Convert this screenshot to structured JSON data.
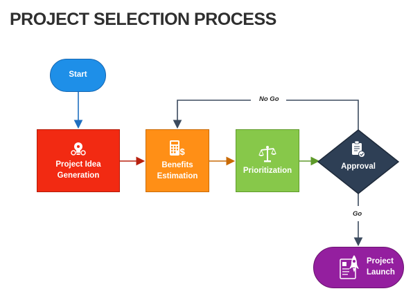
{
  "title": "PROJECT SELECTION PROCESS",
  "nodes": {
    "start": "Start",
    "idea_line1": "Project Idea",
    "idea_line2": "Generation",
    "benefits_line1": "Benefits",
    "benefits_line2": "Estimation",
    "prioritization": "Prioritization",
    "approval": "Approval",
    "launch_line1": "Project",
    "launch_line2": "Launch"
  },
  "edges": {
    "no_go": "No Go",
    "go": "Go"
  },
  "colors": {
    "start": "#1e8fe8",
    "idea": "#f22a12",
    "benefits": "#ff8f16",
    "prioritization": "#87c84a",
    "approval": "#2e3f55",
    "launch": "#941f9f",
    "connector": "#3b4a5e"
  },
  "icons": {
    "idea": "gear-bulb-icon",
    "benefits": "calculator-dollar-icon",
    "prioritization": "scale-icon",
    "approval": "clipboard-check-icon",
    "launch": "rocket-document-icon"
  }
}
